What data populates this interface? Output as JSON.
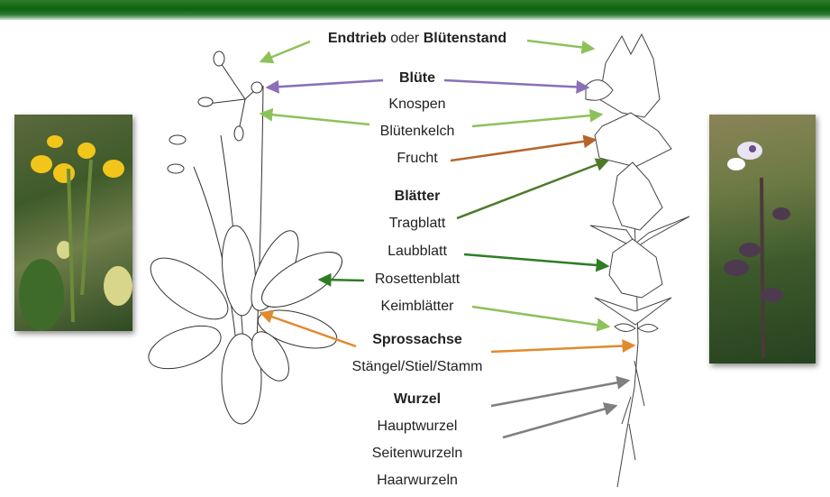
{
  "labels": {
    "endtrieb": "Endtrieb",
    "oder": "oder",
    "bluetenstand": "Blütenstand",
    "bluete": "Blüte",
    "knospen": "Knospen",
    "bluetenkelch": "Blütenkelch",
    "frucht": "Frucht",
    "blaetter": "Blätter",
    "tragblatt": "Tragblatt",
    "laubblatt": "Laubblatt",
    "rosettenblatt": "Rosettenblatt",
    "keimblaetter": "Keimblätter",
    "sprossachse": "Sprossachse",
    "staengel": "Stängel/Stiel/Stamm",
    "wurzel": "Wurzel",
    "hauptwurzel": "Hauptwurzel",
    "seitenwurzeln": "Seitenwurzeln",
    "haarwurzeln": "Haarwurzeln"
  },
  "colors": {
    "header": "#0b620b",
    "light_green": "#8dc25a",
    "purple": "#8a6fb8",
    "brown": "#b5652a",
    "olive": "#4f7a2c",
    "dark_green": "#2e7d24",
    "orange": "#e08a2e",
    "gray": "#7f7f7f"
  }
}
